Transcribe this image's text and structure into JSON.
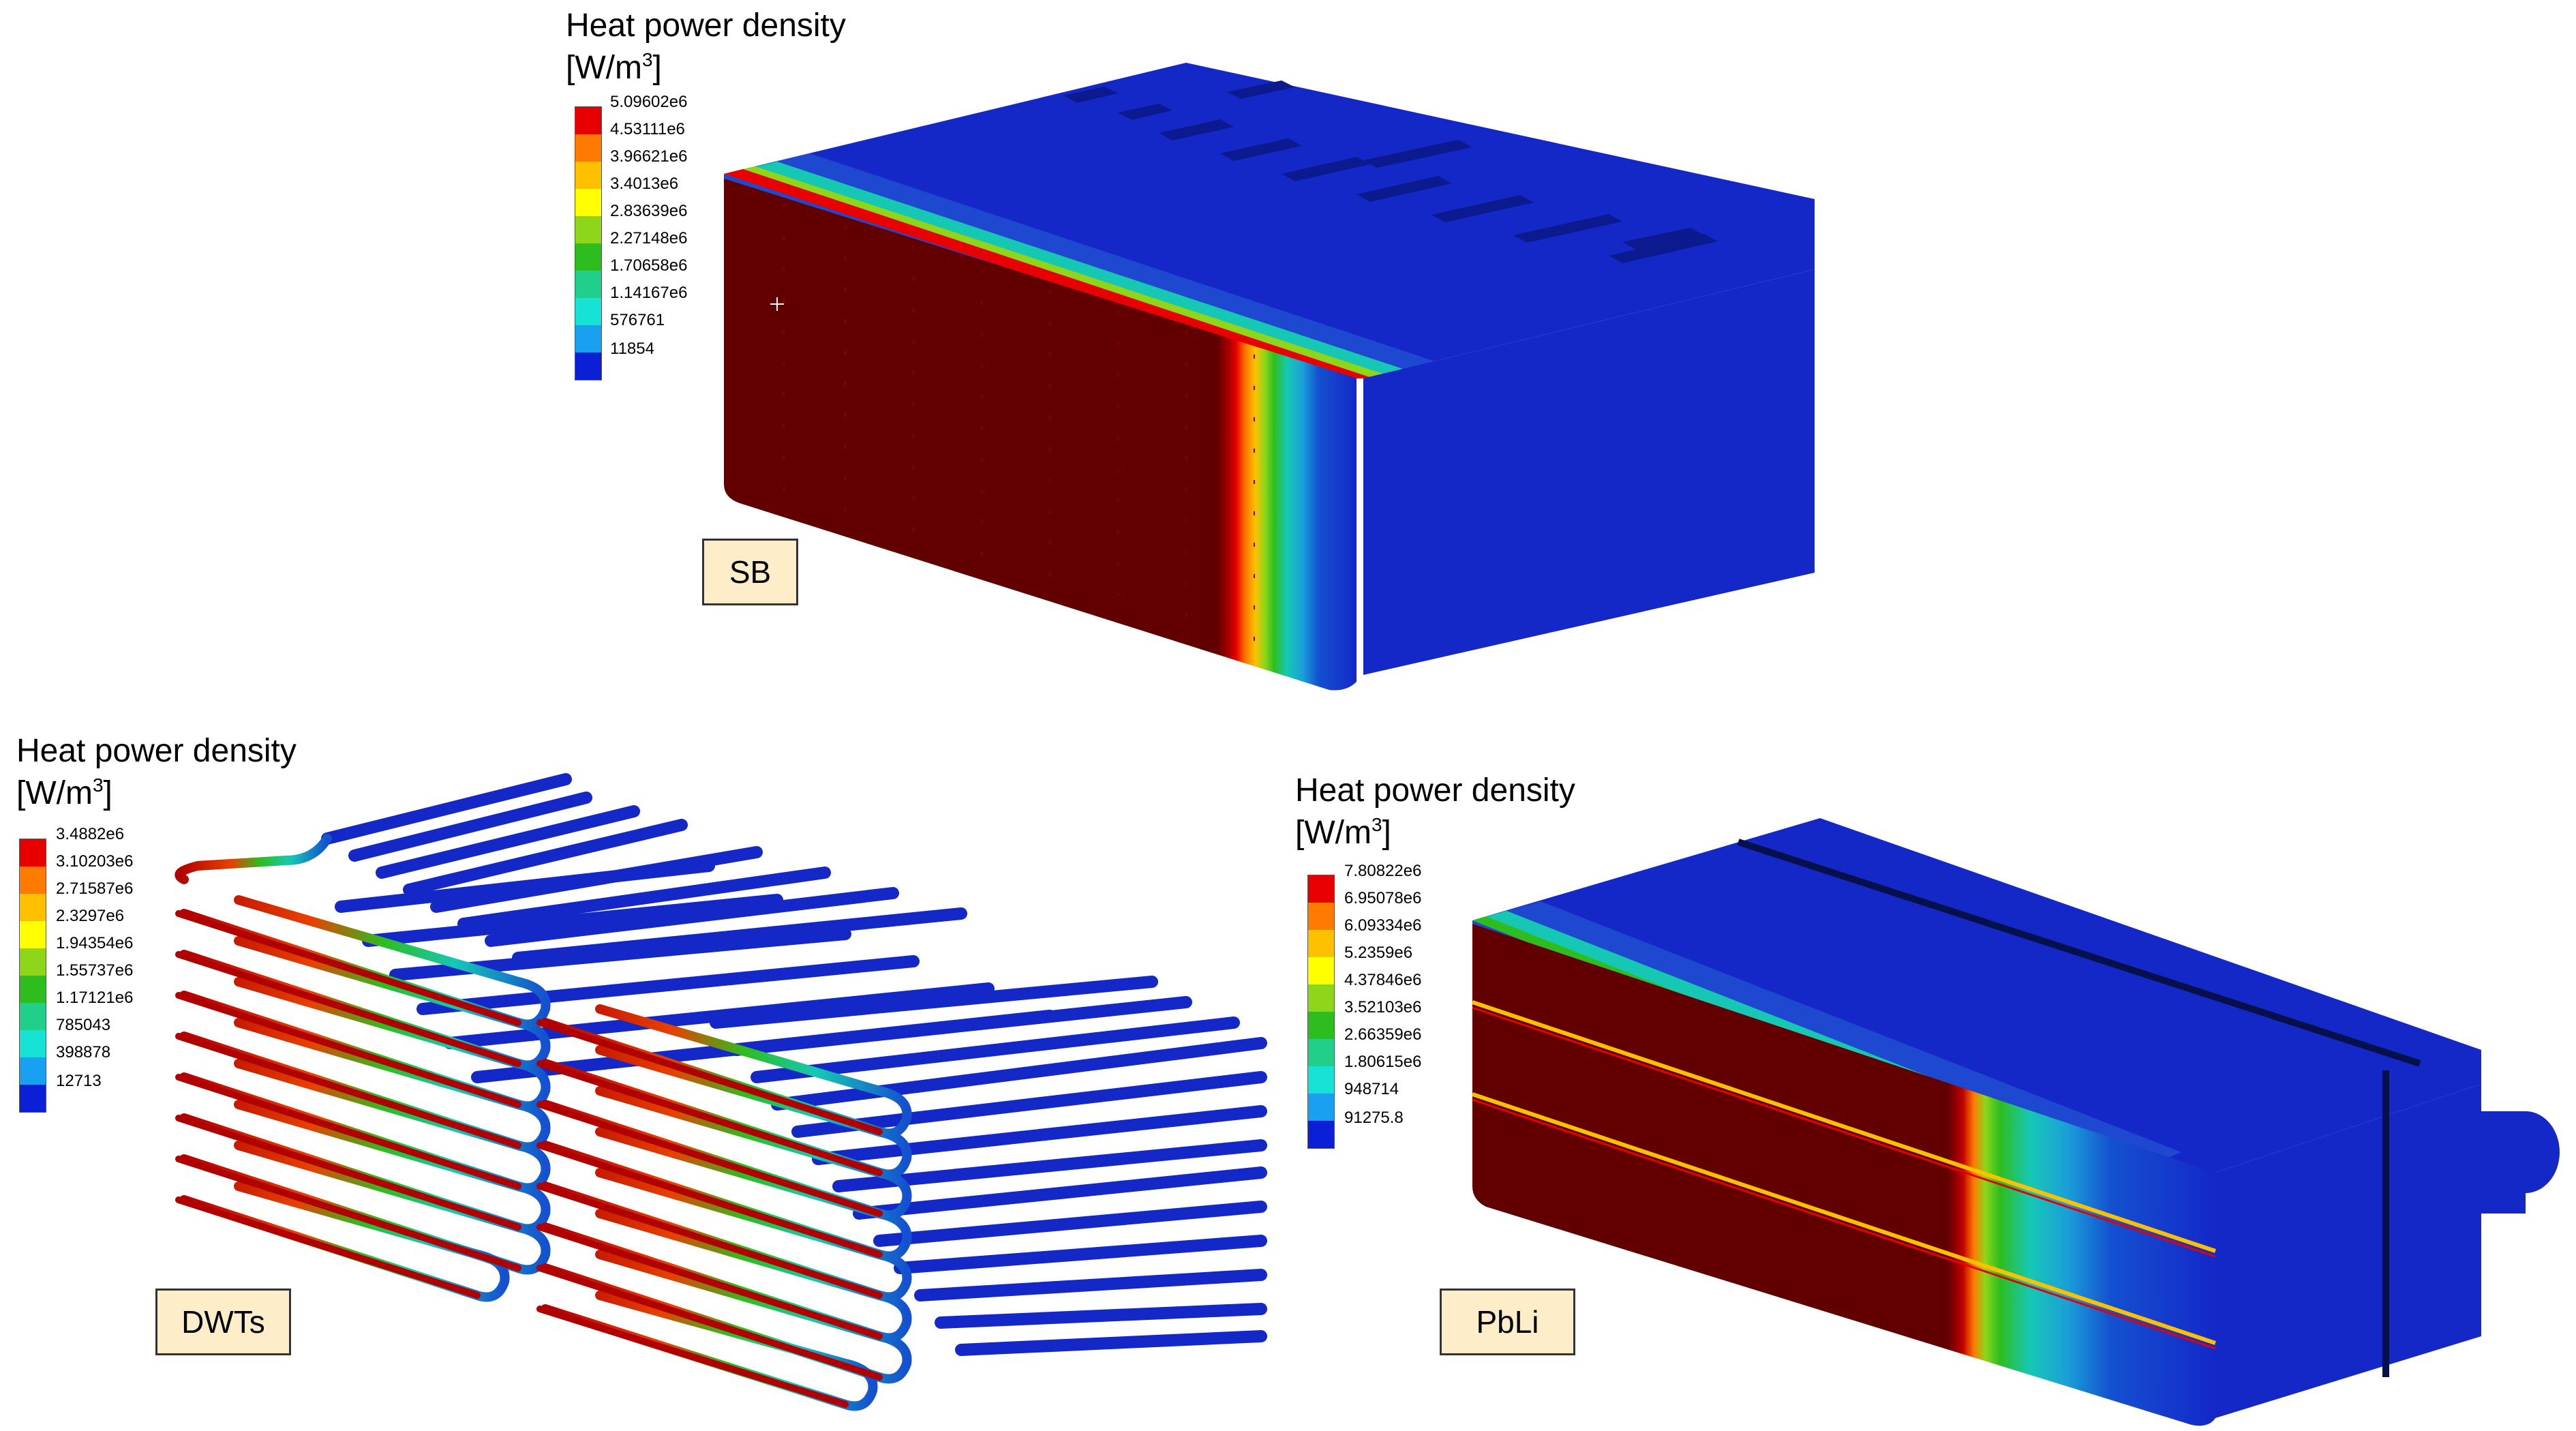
{
  "colors": {
    "scale": [
      "#0a1fd6",
      "#1aa0f0",
      "#16e3d6",
      "#1fcf8a",
      "#2dbd1e",
      "#8fd61a",
      "#ffff00",
      "#ffc000",
      "#ff7a00",
      "#e80000"
    ],
    "dark_red": "#620000",
    "blue": "#1428c8",
    "label_bg": "#fdeec9"
  },
  "panels": {
    "sb": {
      "label": "SB",
      "legend": {
        "title": "Heat power density",
        "unit_base": "[W/m",
        "unit_exp": "3",
        "unit_close": "]",
        "ticks": [
          "5.09602e6",
          "4.53111e6",
          "3.96621e6",
          "3.4013e6",
          "2.83639e6",
          "2.27148e6",
          "1.70658e6",
          "1.14167e6",
          "576761",
          "11854"
        ]
      }
    },
    "dwts": {
      "label": "DWTs",
      "legend": {
        "title": "Heat power density",
        "unit_base": "[W/m",
        "unit_exp": "3",
        "unit_close": "]",
        "ticks": [
          "3.4882e6",
          "3.10203e6",
          "2.71587e6",
          "2.3297e6",
          "1.94354e6",
          "1.55737e6",
          "1.17121e6",
          "785043",
          "398878",
          "12713"
        ]
      }
    },
    "pbli": {
      "label": "PbLi",
      "legend": {
        "title": "Heat power density",
        "unit_base": "[W/m",
        "unit_exp": "3",
        "unit_close": "]",
        "ticks": [
          "7.80822e6",
          "6.95078e6",
          "6.09334e6",
          "5.2359e6",
          "4.37846e6",
          "3.52103e6",
          "2.66359e6",
          "1.80615e6",
          "948714",
          "91275.8"
        ]
      }
    }
  }
}
